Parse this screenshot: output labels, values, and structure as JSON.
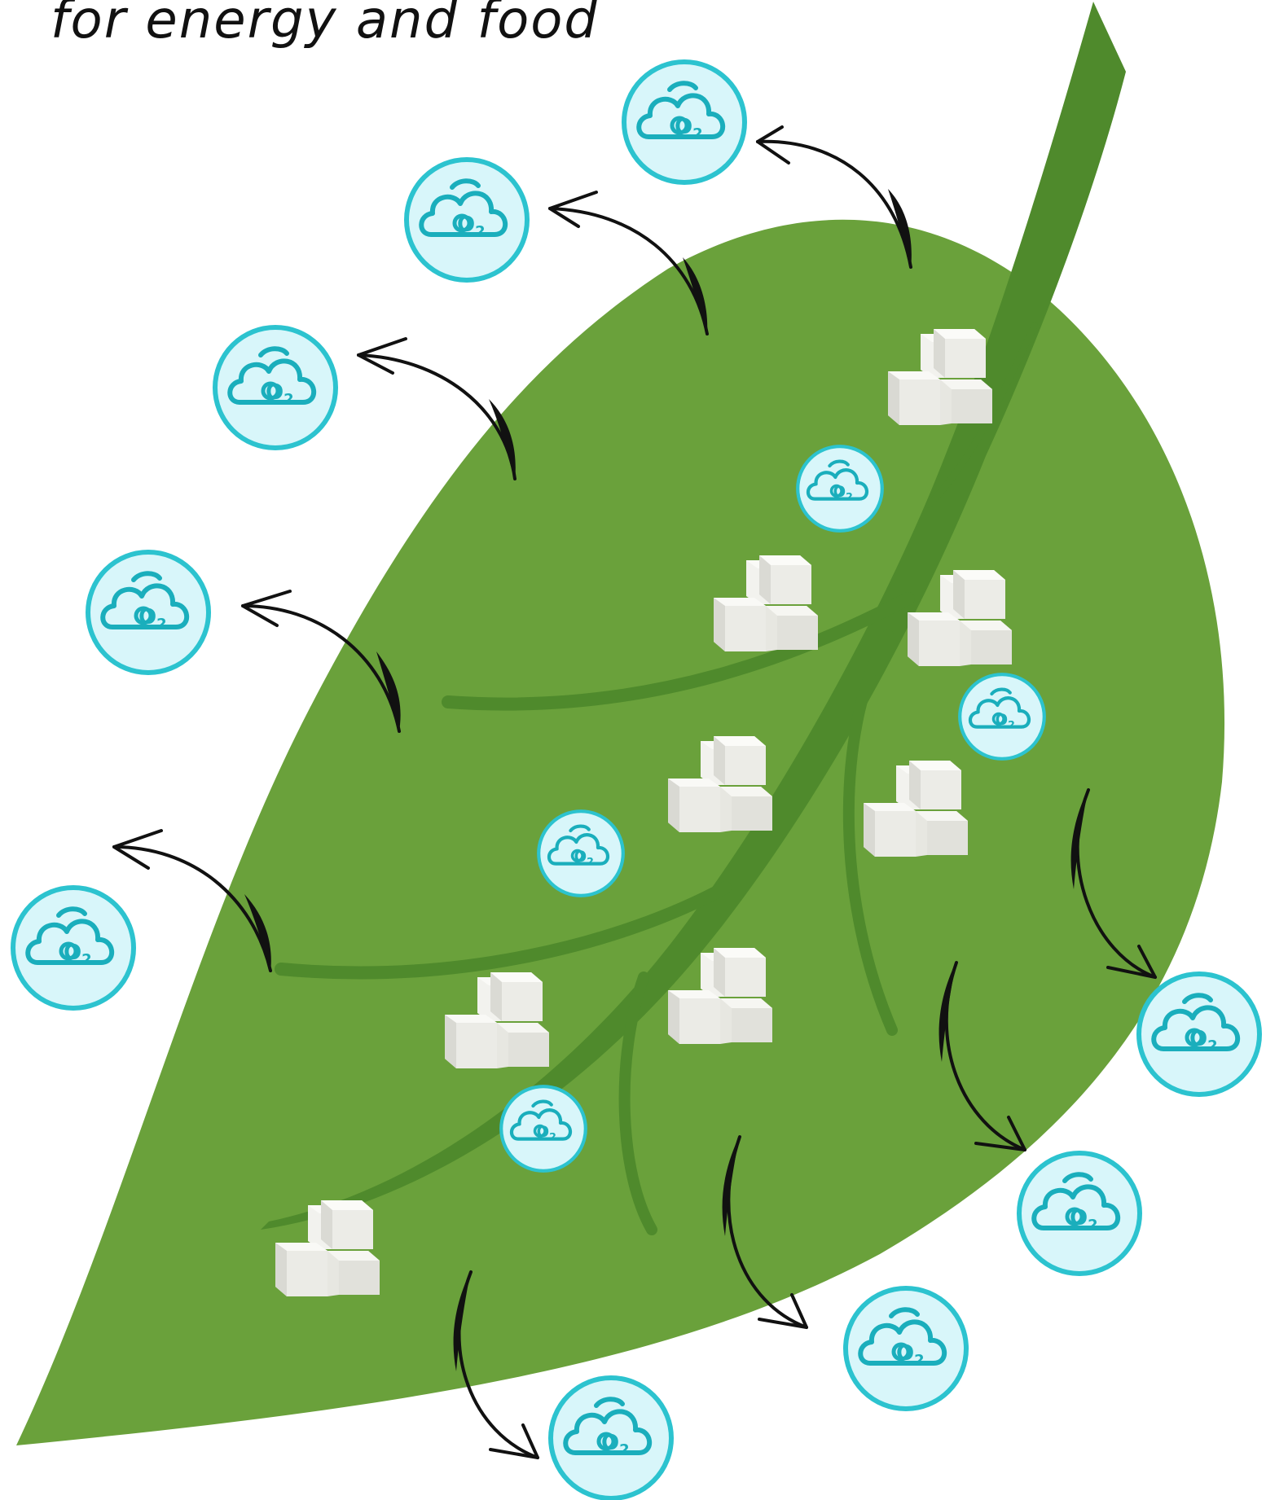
{
  "caption": "for energy and food",
  "colors": {
    "leaf": "#6aa13b",
    "vein": "#4f8a2c",
    "oxygen_ring": "#2cc3cf",
    "oxygen_fill": "#d8f6fa",
    "oxygen_icon": "#1aaebc",
    "arrow": "#111111",
    "sugar_cube": "#eeeee9"
  },
  "icons": {
    "oxygen": "oxygen-cloud-icon",
    "sugar": "sugar-cubes-icon",
    "arrow": "curved-arrow-icon"
  },
  "oxygen_label": {
    "main": "O",
    "sub": "2"
  }
}
